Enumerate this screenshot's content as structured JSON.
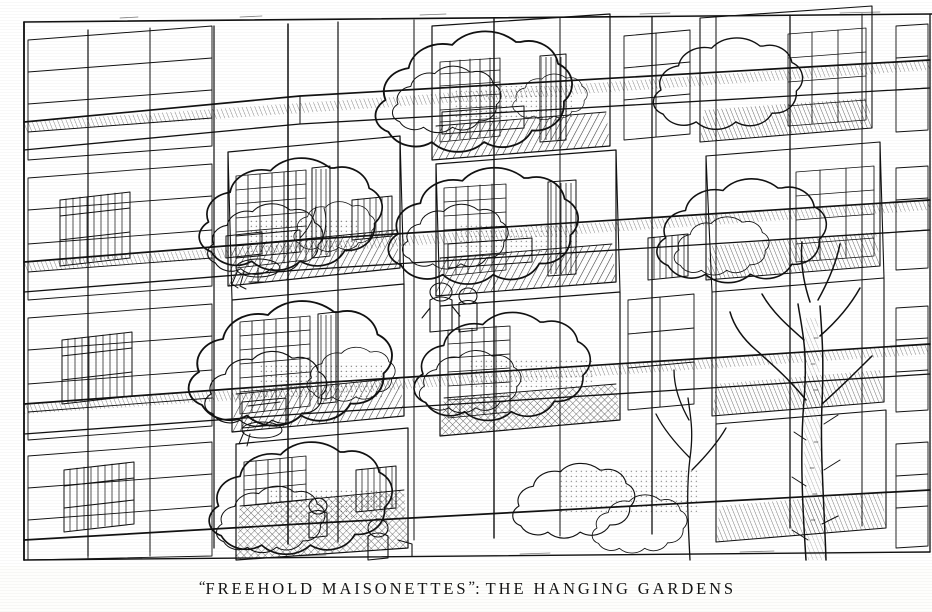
{
  "plate": {
    "kind": "architectural-perspective-illustration",
    "medium": "pen-and-ink line drawing, halftone reproduction",
    "subject": "Modernist apartment block with recessed planted terraces seen in oblique perspective",
    "ink_color": "#111111",
    "paper_color": "#ffffff",
    "page_color": "#fefefc",
    "alt": "Oblique view of a multi-storey apartment facade with stepped balconies, glazed sliding windows, mature trees and shrubs growing on the terraces, and small figures seated at tables inside the rooms.",
    "elements": [
      "glazed window walls with mullion grids",
      "recessed garden terraces with planters",
      "overhanging floor slabs",
      "mature trees with spreading foliage",
      "large tree trunk rising across the right bays",
      "balcony railings",
      "interior furniture: round table, chairs, sofa",
      "seated human figures",
      "paved terrace decking with hatched shading"
    ]
  },
  "caption": {
    "open_quote": "“",
    "title": "FREEHOLD MAISONETTES",
    "close_quote": "”",
    "separator": ":",
    "subtitle": "THE HANGING GARDENS",
    "full_text": "“FREEHOLD MAISONETTES”: THE HANGING GARDENS"
  }
}
